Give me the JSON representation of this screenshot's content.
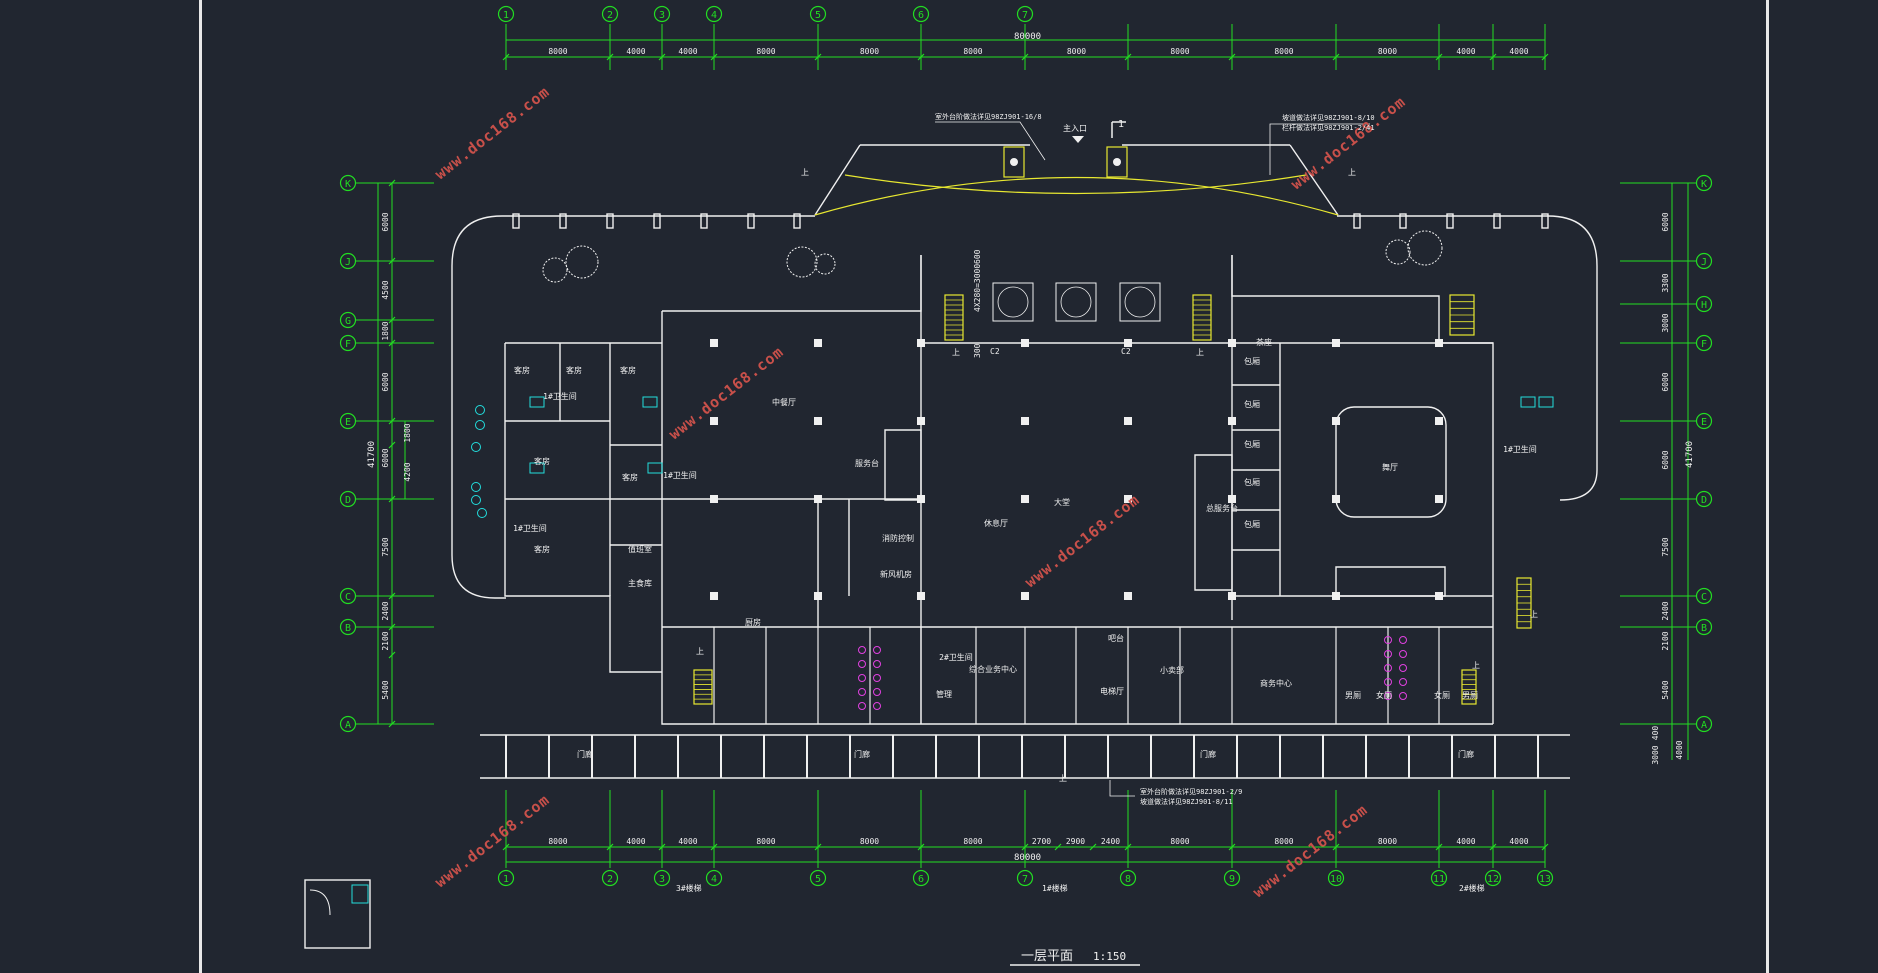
{
  "drawing": {
    "title": "一层平面",
    "scale": "1:150",
    "total_width_dim": "80000",
    "total_height_dim": "41700"
  },
  "grid_top": {
    "labels": [
      "1",
      "2",
      "3",
      "4",
      "5",
      "6",
      "7"
    ],
    "spacings": [
      "8000",
      "4000",
      "4000",
      "8000",
      "8000",
      "8000",
      "8000",
      "8000",
      "8000",
      "8000",
      "4000",
      "4000"
    ]
  },
  "grid_bottom": {
    "labels": [
      "1",
      "2",
      "3",
      "4",
      "5",
      "6",
      "7",
      "8",
      "9",
      "10",
      "11",
      "12",
      "13"
    ],
    "spacings": [
      "8000",
      "4000",
      "4000",
      "8000",
      "8000",
      "8000",
      "2700",
      "2900",
      "2400",
      "8000",
      "8000",
      "8000",
      "4000",
      "4000"
    ]
  },
  "grid_rows": {
    "left_labels": [
      "K",
      "J",
      "G",
      "F",
      "E",
      "D",
      "C",
      "B",
      "A"
    ],
    "left_spacings": [
      "6000",
      "4500",
      "1800",
      "6000",
      "1800",
      "4200",
      "6000",
      "7500",
      "2400",
      "2100",
      "5400"
    ],
    "right_labels": [
      "K",
      "J",
      "H",
      "F",
      "E",
      "D",
      "C",
      "B",
      "A"
    ],
    "right_spacings": [
      "6000",
      "3300",
      "3000",
      "6000",
      "6000",
      "7500",
      "2400",
      "2100",
      "5400",
      "400",
      "3000",
      "4000"
    ]
  },
  "rooms": [
    "客房",
    "客房",
    "客房",
    "客房",
    "客房",
    "客房",
    "1#卫生间",
    "1#卫生间",
    "1#卫生间",
    "中餐厅",
    "服务台",
    "大堂",
    "休息厅",
    "总服务台",
    "包厢",
    "包厢",
    "包厢",
    "包厢",
    "包厢",
    "舞厅",
    "1#卫生间",
    "茶座",
    "小卖部",
    "商务中心",
    "男厕",
    "女厕",
    "男厕",
    "女厕",
    "厨房",
    "消防控制",
    "值班室",
    "主食库",
    "2#卫生间",
    "电梯厅",
    "门廊",
    "门廊",
    "门廊",
    "门廊",
    "综合业务中心",
    "管理",
    "新风机房",
    "吧台"
  ],
  "annotations": {
    "main_entrance": "主入口",
    "note_top_left": "室外台阶做法详见98ZJ901-16/8",
    "note_top_right_1": "坡道做法详见98ZJ901-8/10",
    "note_top_right_2": "栏杆做法详见98ZJ901-2/41",
    "note_bottom_1": "室外台阶做法详见98ZJ901-2/9",
    "note_bottom_2": "坡道做法详见98ZJ901-8/11",
    "door_code": "C2",
    "stair_1": "1#楼梯",
    "stair_2": "2#楼梯",
    "stair_3": "3#楼梯",
    "up_mark": "上",
    "section_mark": "1",
    "dim_mark": "4X280=3000",
    "dim_300": "300",
    "dim_600": "600"
  },
  "watermark": "www.doc168.com",
  "colors": {
    "background": "#212630",
    "grid_green": "#22dd22",
    "wall_white": "#f0f0f0",
    "yellow": "#e8e830",
    "cyan": "#22dddd",
    "magenta": "#e040e0",
    "watermark": "#c8504a"
  }
}
